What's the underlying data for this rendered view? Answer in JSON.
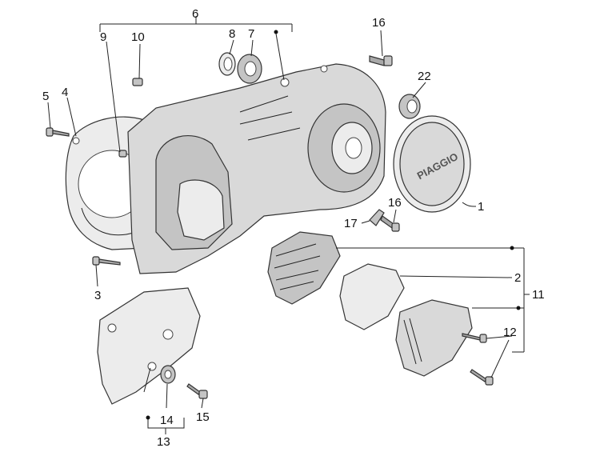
{
  "diagram": {
    "brand_mark": "PIAGGIO",
    "callouts": [
      {
        "id": "c1",
        "text": "1"
      },
      {
        "id": "c2",
        "text": "2"
      },
      {
        "id": "c3",
        "text": "3"
      },
      {
        "id": "c4",
        "text": "4"
      },
      {
        "id": "c5",
        "text": "5"
      },
      {
        "id": "c6",
        "text": "6"
      },
      {
        "id": "c7",
        "text": "7"
      },
      {
        "id": "c8",
        "text": "8"
      },
      {
        "id": "c9",
        "text": "9"
      },
      {
        "id": "c10",
        "text": "10"
      },
      {
        "id": "c11",
        "text": "11"
      },
      {
        "id": "c12",
        "text": "12"
      },
      {
        "id": "c13",
        "text": "13"
      },
      {
        "id": "c14",
        "text": "14"
      },
      {
        "id": "c15",
        "text": "15"
      },
      {
        "id": "c16a",
        "text": "16"
      },
      {
        "id": "c16b",
        "text": "16"
      },
      {
        "id": "c17",
        "text": "17"
      },
      {
        "id": "c22",
        "text": "22"
      }
    ]
  }
}
